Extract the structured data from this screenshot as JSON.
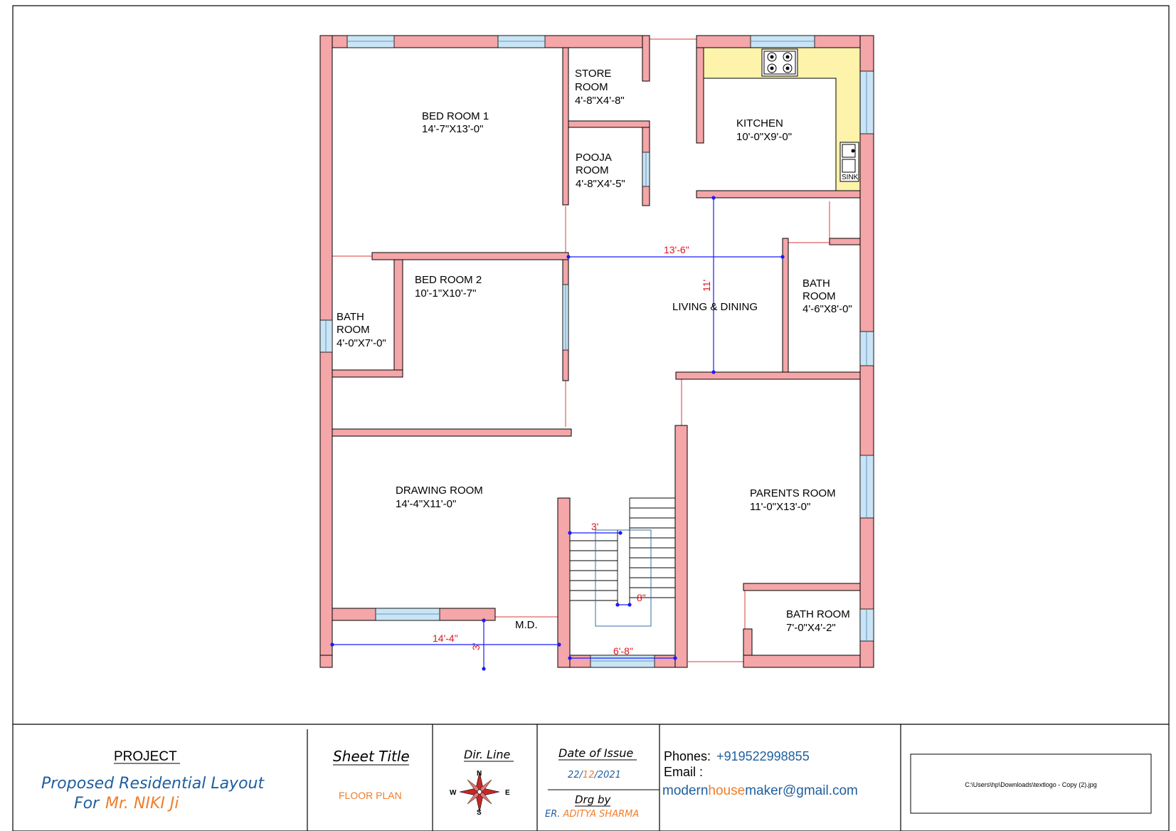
{
  "plan": {
    "rooms": {
      "bed_room_1": {
        "name": "BED ROOM 1",
        "size": "14'-7\"X13'-0\""
      },
      "store_room": {
        "name1": "STORE",
        "name2": "ROOM",
        "size": "4'-8\"X4'-8\""
      },
      "pooja_room": {
        "name1": "POOJA",
        "name2": "ROOM",
        "size": "4'-8\"X4'-5\""
      },
      "kitchen": {
        "name": "KITCHEN",
        "size": "10'-0\"X9'-0\""
      },
      "bed_room_2": {
        "name": "BED ROOM 2",
        "size": "10'-1\"X10'-7\""
      },
      "living_dining": {
        "name": "LIVING & DINING"
      },
      "bath_right": {
        "name1": "BATH",
        "name2": "ROOM",
        "size": "4'-6\"X8'-0\""
      },
      "bath_left": {
        "name1": "BATH",
        "name2": "ROOM",
        "size": "4'-0\"X7'-0\""
      },
      "drawing_room": {
        "name": "DRAWING ROOM",
        "size": "14'-4\"X11'-0\""
      },
      "parents_room": {
        "name": "PARENTS ROOM",
        "size": "11'-0\"X13'-0\""
      },
      "bath_bottom": {
        "name": "BATH ROOM",
        "size": "7'-0\"X4'-2\""
      },
      "main_door": {
        "name": "M.D."
      },
      "sink": {
        "name": "SINK"
      }
    },
    "dimensions": {
      "living_width": "13'-6\"",
      "living_depth": "11'",
      "stair_width": "3'",
      "stair_gap": "8\"",
      "drawing_width": "14'-4\"",
      "porch_depth": "3'",
      "stair_bottom": "6'-8\""
    }
  },
  "title_block": {
    "project_heading": "PROJECT",
    "project_line1": "Proposed Residential Layout",
    "project_for": "For",
    "client_name": "Mr. NIKI  Ji",
    "sheet_title_heading": "Sheet Title",
    "sheet_title": "FLOOR PLAN",
    "dir_line_heading": "Dir. Line",
    "compass": {
      "n": "N",
      "s": "S",
      "e": "E",
      "w": "W"
    },
    "date_heading": "Date of Issue",
    "date_day": "22/",
    "date_month": "12",
    "date_year": "/2021",
    "drg_by_heading": "Drg by",
    "drg_by_prefix": "ER.",
    "drg_by_name": "ADITYA SHARMA",
    "phones_label": "Phones:",
    "phones_value": "+919522998855",
    "email_label": "Email :",
    "email_part1": "modern",
    "email_part2": "house",
    "email_part3": "maker",
    "email_part4": "@gmail.com",
    "logo_path": "C:\\Users\\hp\\Downloads\\textlogo - Copy (2).jpg"
  },
  "colors": {
    "wall": "#f4a6a9",
    "wall_stroke": "#000000",
    "window": "#c9e4f5",
    "counter": "#fdf3ab",
    "dim_line": "#1a1aff",
    "dim_text": "#e0141e",
    "blue_text": "#1f5e9e",
    "orange_text": "#f07d2a"
  }
}
